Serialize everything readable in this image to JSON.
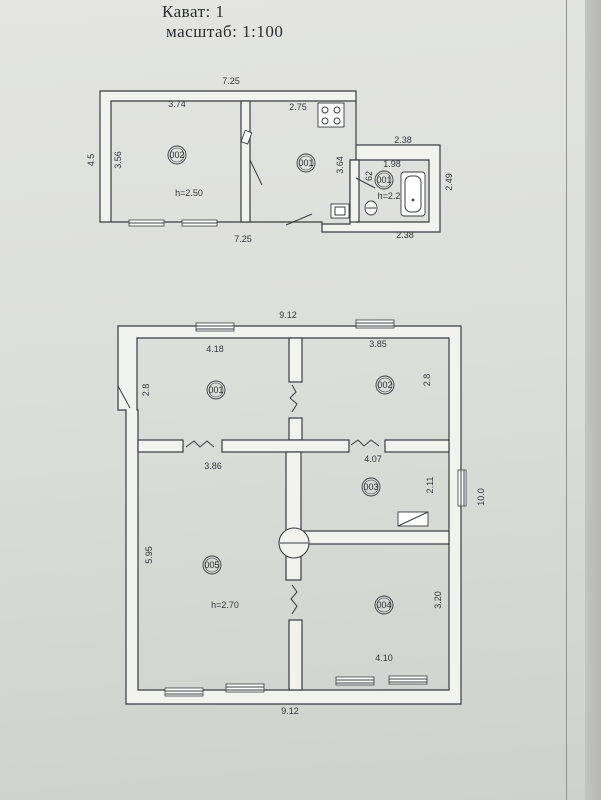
{
  "header": {
    "title": "Кават: 1",
    "scale": "масштаб:  1:100"
  },
  "plan_top": {
    "overall_width_top": "7.25",
    "overall_width_bottom": "7.25",
    "overall_height": "4.5",
    "ext_width_top": "2.38",
    "ext_width_bottom": "2.38",
    "ext_height": "2.49",
    "rooms": [
      {
        "id": "002",
        "width": "3.74",
        "height": "3.56",
        "ceiling": "h=2.50"
      },
      {
        "id": "001",
        "width": "2.75",
        "height": "3.64"
      },
      {
        "id": "001",
        "width": "1.98",
        "height": "62",
        "ceiling": "h=2.2"
      }
    ]
  },
  "plan_bottom": {
    "overall_width_top": "9.12",
    "overall_width_bottom": "9.12",
    "overall_height": "10.0",
    "rooms": [
      {
        "id": "001",
        "width": "4.18",
        "height": "2.8"
      },
      {
        "id": "002",
        "width": "3.85",
        "height": "2.8"
      },
      {
        "id": "003",
        "width": "4.07",
        "height": "2.11"
      },
      {
        "id": "005",
        "width": "3.86",
        "height": "5.95",
        "ceiling": "h=2.70"
      },
      {
        "id": "004",
        "width": "4.10",
        "height": "3.20"
      }
    ]
  }
}
